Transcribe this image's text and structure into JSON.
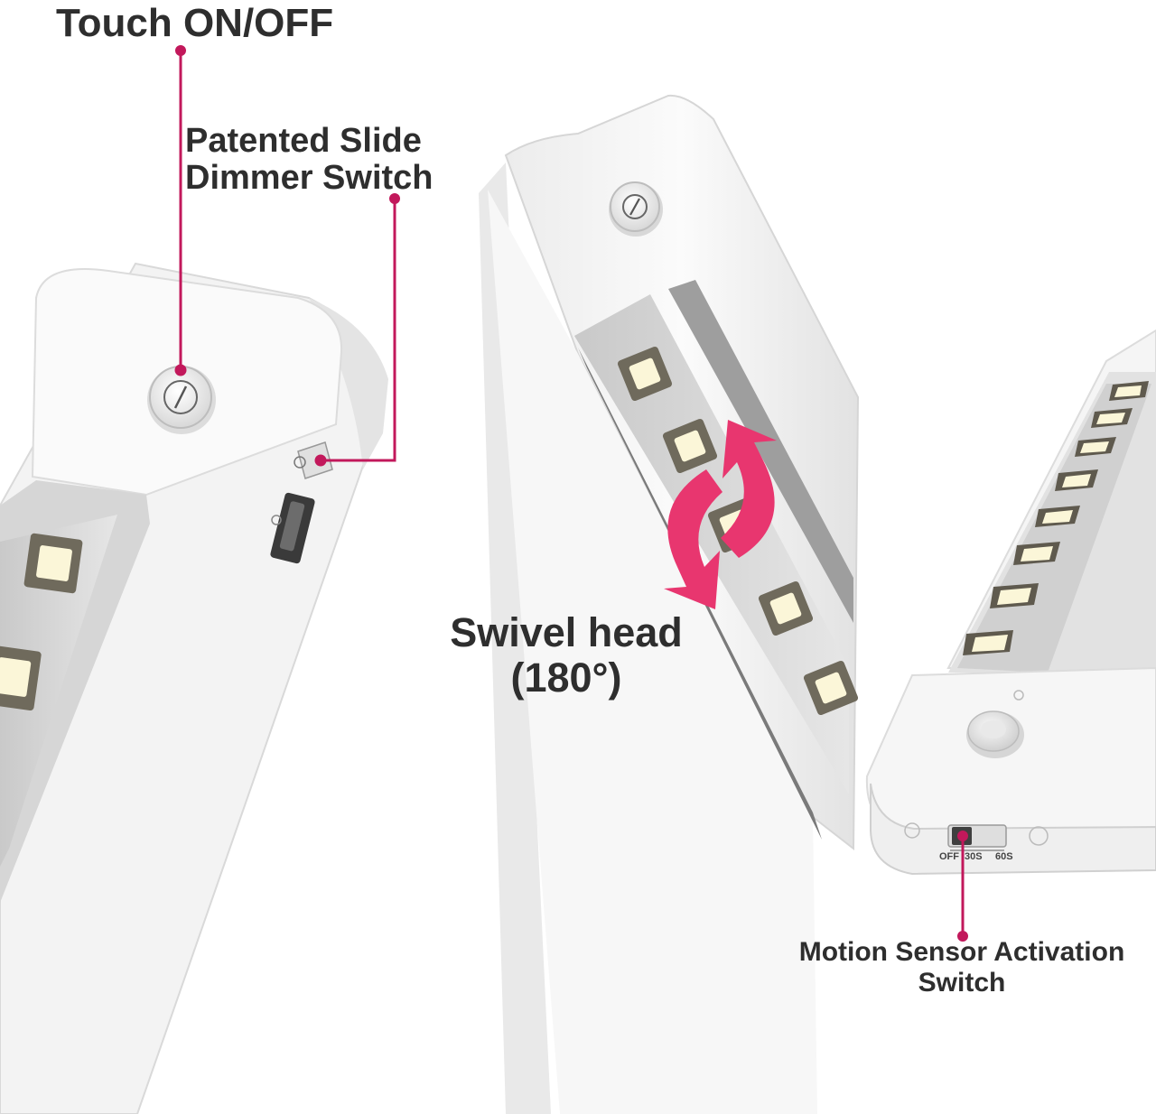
{
  "labels": {
    "touch": "Touch ON/OFF",
    "dimmer_line1": "Patented Slide",
    "dimmer_line2": "Dimmer Switch",
    "swivel_line1": "Swivel head",
    "swivel_line2": "(180°)",
    "motion_line1": "Motion Sensor Activation",
    "motion_line2": "Switch"
  },
  "switch_markings": {
    "off": "OFF",
    "s30": "30S",
    "s60": "60S"
  },
  "colors": {
    "callout": "#c2185b",
    "arrow": "#e8366f",
    "text": "#2e2e2e",
    "body": "#f4f4f4",
    "led": "#fbf6d8"
  },
  "icons": [
    "touch-button-icon",
    "rotate-arrows-icon",
    "motion-sensor-icon"
  ]
}
